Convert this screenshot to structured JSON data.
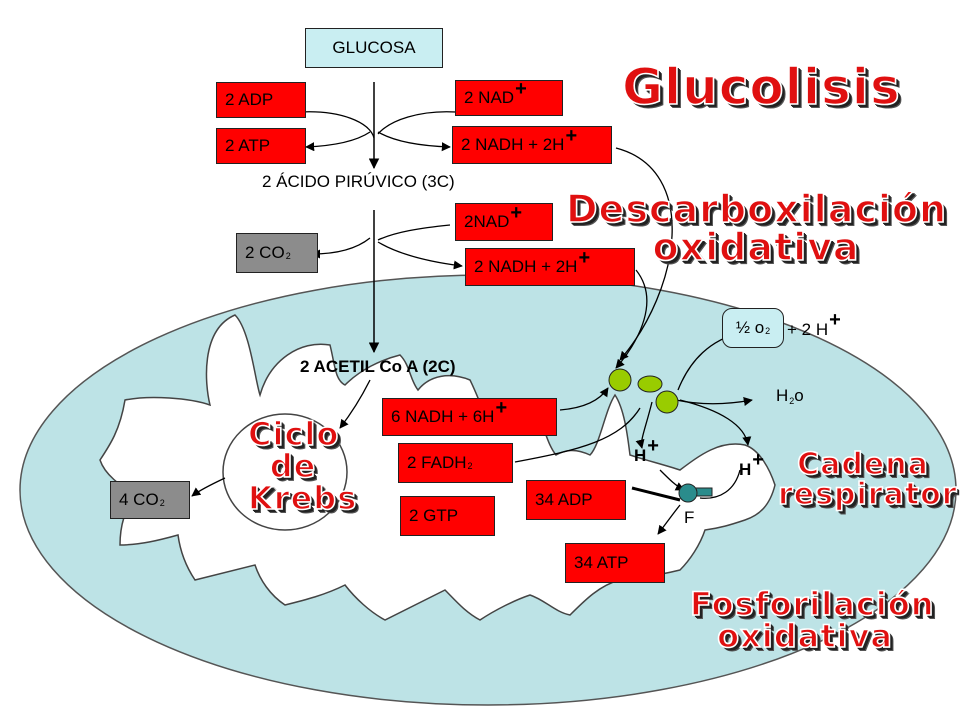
{
  "colors": {
    "mitochondrion_fill": "#bde3e6",
    "inner_fill": "#ffffff",
    "box_red": "#ff0000",
    "box_grey": "#8c8c8c",
    "box_cyan": "#c9eef2",
    "protein_green": "#99cc00",
    "atp_synthase": "#2a8c8c",
    "title_red": "#e01010"
  },
  "glycolysis": {
    "glucose": "GLUCOSA",
    "adp": "2 ADP",
    "atp": "2 ATP",
    "nad": "2 NAD",
    "nad_charge": "+",
    "nadh": "2 NADH + 2H",
    "nadh_charge": "+",
    "pyruvate": "2 ÁCIDO PIRÚVICO (3C)"
  },
  "decarboxylation": {
    "nad": "2NAD",
    "nad_charge": "+",
    "co2": "2 CO",
    "co2_sub": "2",
    "nadh": "2 NADH + 2H",
    "nadh_charge": "+",
    "acetyl": "2 ACETIL Co A (2C)"
  },
  "krebs": {
    "nadh": "6 NADH + 6H",
    "nadh_charge": "+",
    "fadh": "2 FADH",
    "fadh_sub": "2",
    "gtp": "2 GTP",
    "co2": "4 CO",
    "co2_sub": "2"
  },
  "respiratory_chain": {
    "oxygen": "½ o",
    "oxygen_sub": "2",
    "protons": "+ 2 H",
    "protons_charge": "+",
    "water": "H",
    "water_sub": "2",
    "water_end": "o",
    "h_left": "H",
    "h_left_charge": "+",
    "h_right": "H",
    "h_right_charge": "+",
    "f_label": "F",
    "adp": "34 ADP",
    "atp": "34 ATP"
  },
  "titles": {
    "glucolisis": "Glucolisis",
    "descarboxilacion_1": "Descarboxilación",
    "descarboxilacion_2": "oxidativa",
    "ciclo_1": "Ciclo",
    "ciclo_2": "de",
    "ciclo_3": "Krebs",
    "cadena_1": "Cadena",
    "cadena_2": "respiratoria",
    "fosforilacion_1": "Fosforilación",
    "fosforilacion_2": "oxidativa"
  },
  "icons": [
    "protein-complex-icon",
    "atp-synthase-icon"
  ]
}
